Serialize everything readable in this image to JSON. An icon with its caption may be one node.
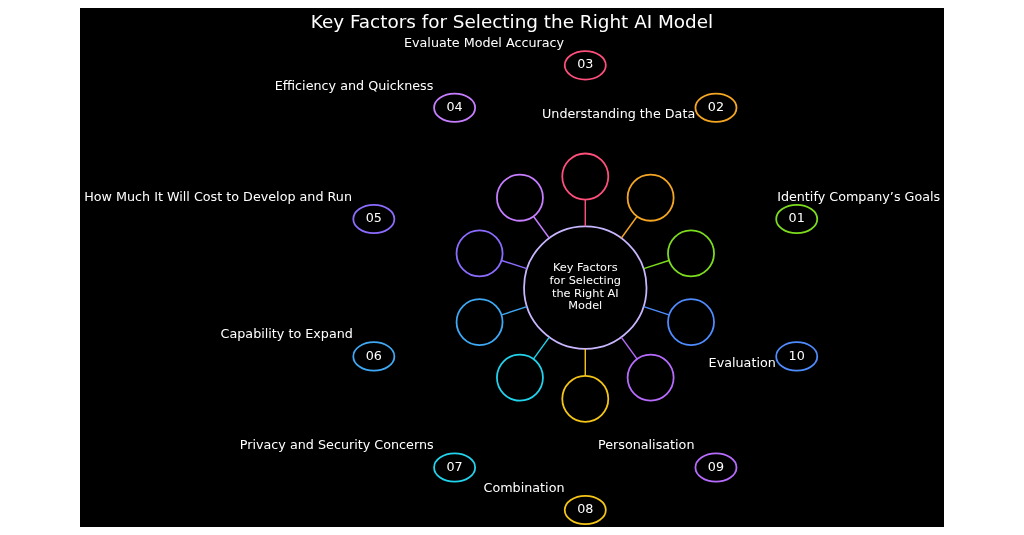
{
  "diagram": {
    "title": "Key Factors for Selecting the Right AI Model",
    "nodes": [
      {
        "text": [
          "Key Factors for Selecting the Right AI Model"
        ]
      },
      {
        "text": [],
        "shape": "circle"
      },
      {
        "text": [
          "01"
        ],
        "beside": [
          "Identify Company’s Goals"
        ]
      },
      {
        "text": [],
        "shape": "circle"
      },
      {
        "text": [
          "02"
        ],
        "beside": [
          "Understanding the Data"
        ]
      },
      {
        "text": [],
        "shape": "circle"
      },
      {
        "text": [
          "03"
        ],
        "beside": [
          "Evaluate Model Accuracy"
        ]
      },
      {
        "text": [],
        "shape": "circle"
      },
      {
        "text": [
          "04"
        ],
        "beside": [
          "Efficiency and Quickness"
        ]
      },
      {
        "text": [],
        "shape": "circle"
      },
      {
        "text": [
          "05"
        ],
        "beside": [
          "How Much It Will Cost to Develop and Run"
        ]
      },
      {
        "text": [],
        "shape": "circle"
      },
      {
        "text": [
          "06"
        ],
        "beside": [
          "Capability to Expand"
        ]
      },
      {
        "text": [],
        "shape": "circle"
      },
      {
        "text": [
          "07"
        ],
        "beside": [
          "Privacy and Security Concerns"
        ]
      },
      {
        "text": [],
        "shape": "circle"
      },
      {
        "text": [
          "08"
        ],
        "beside": [
          "Combination"
        ]
      },
      {
        "text": [],
        "shape": "circle"
      },
      {
        "text": [
          "09"
        ],
        "beside": [
          "Personalisation"
        ]
      },
      {
        "text": [],
        "shape": "circle"
      },
      {
        "text": [
          "10"
        ],
        "beside": [
          "Evaluation"
        ]
      }
    ],
    "edges": [
      {
        "from": 0,
        "to": 1,
        "arrow": "none",
        "color": "#7ddc1f"
      },
      {
        "from": 0,
        "to": 3,
        "arrow": "none",
        "color": "#f5a623"
      },
      {
        "from": 0,
        "to": 5,
        "arrow": "none",
        "color": "#ff4f7b"
      },
      {
        "from": 0,
        "to": 7,
        "arrow": "none",
        "color": "#c77dff"
      },
      {
        "from": 0,
        "to": 9,
        "arrow": "none",
        "color": "#8c6cff"
      },
      {
        "from": 0,
        "to": 11,
        "arrow": "none",
        "color": "#3fa9f5"
      },
      {
        "from": 0,
        "to": 13,
        "arrow": "none",
        "color": "#22d3ee"
      },
      {
        "from": 0,
        "to": 15,
        "arrow": "none",
        "color": "#f5c518"
      },
      {
        "from": 0,
        "to": 17,
        "arrow": "none",
        "color": "#b86bff"
      },
      {
        "from": 0,
        "to": 19,
        "arrow": "none",
        "color": "#4f8cff"
      }
    ]
  }
}
